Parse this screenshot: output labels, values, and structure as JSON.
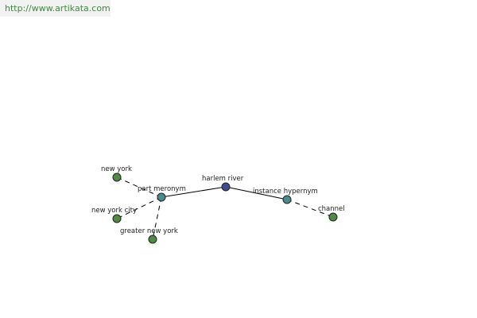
{
  "site": {
    "url_text": "http://www.artikata.com"
  },
  "colors": {
    "url_text": "#3f8a3f",
    "url_background": "#f2f2f2",
    "root_node": "#3e4d8f",
    "relation_node": "#4a8a8a",
    "leaf_node": "#4f8a45"
  },
  "graph": {
    "nodes": [
      {
        "id": "harlem-river",
        "label": "harlem river",
        "kind": "root"
      },
      {
        "id": "part-meronym",
        "label": "part meronym",
        "kind": "relation"
      },
      {
        "id": "instance-hypernym",
        "label": "instance hypernym",
        "kind": "relation"
      },
      {
        "id": "new-york",
        "label": "new york",
        "kind": "leaf"
      },
      {
        "id": "new-york-city",
        "label": "new york city",
        "kind": "leaf"
      },
      {
        "id": "greater-new-york",
        "label": "greater new york",
        "kind": "leaf"
      },
      {
        "id": "channel",
        "label": "channel",
        "kind": "leaf"
      }
    ],
    "edges": [
      {
        "from": "harlem-river",
        "to": "part-meronym",
        "style": "solid"
      },
      {
        "from": "harlem-river",
        "to": "instance-hypernym",
        "style": "solid"
      },
      {
        "from": "part-meronym",
        "to": "new-york",
        "style": "dashed"
      },
      {
        "from": "part-meronym",
        "to": "new-york-city",
        "style": "dashed"
      },
      {
        "from": "part-meronym",
        "to": "greater-new-york",
        "style": "dashed"
      },
      {
        "from": "instance-hypernym",
        "to": "channel",
        "style": "dashed"
      }
    ]
  }
}
